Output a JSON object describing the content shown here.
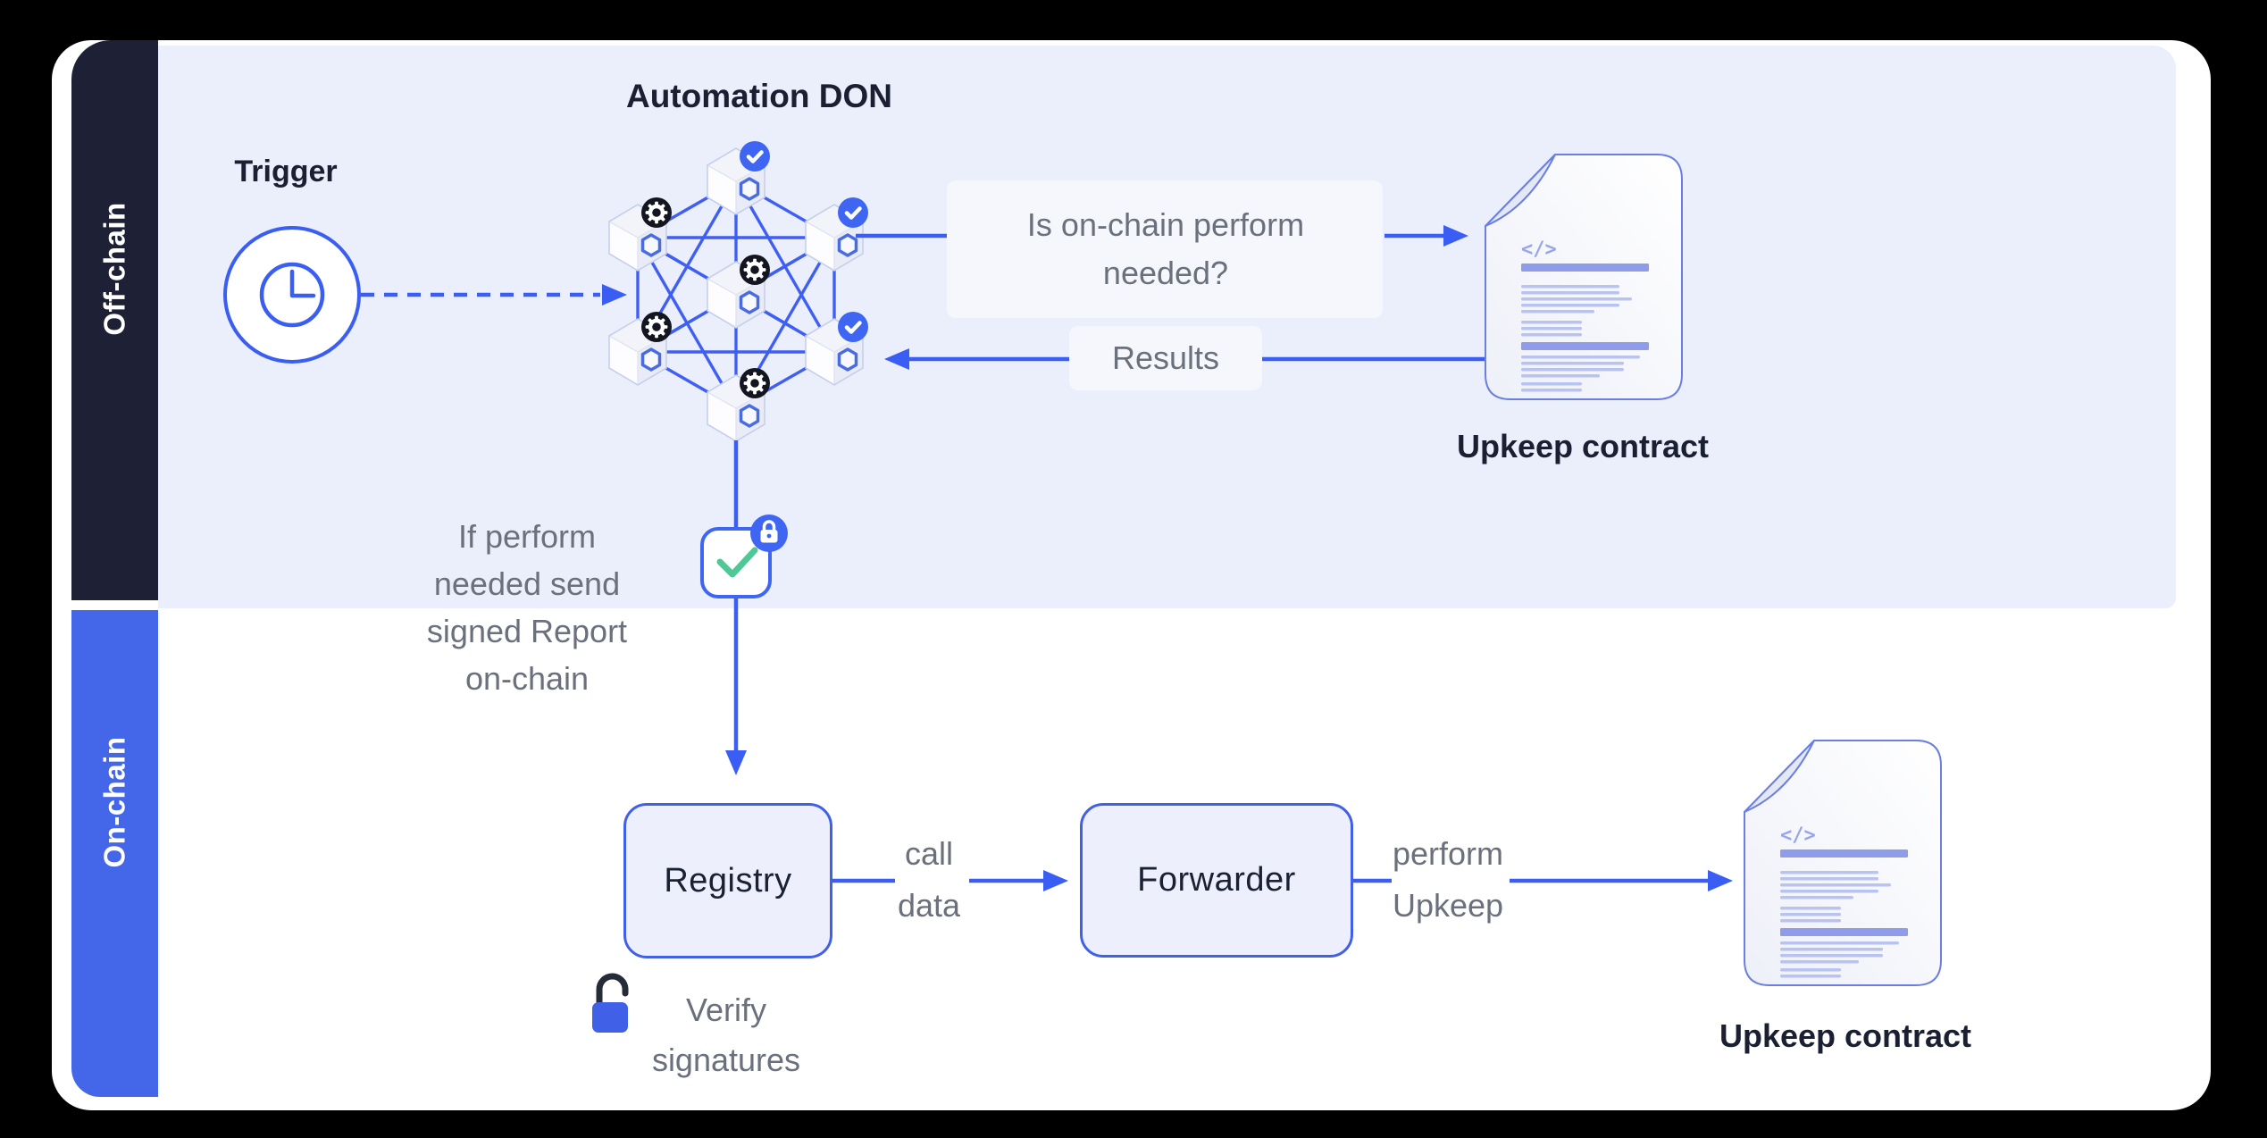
{
  "diagram": {
    "lanes": {
      "off_chain": "Off-chain",
      "on_chain": "On-chain"
    },
    "trigger": {
      "label": "Trigger",
      "icon": "clock-icon"
    },
    "automation_don": {
      "title": "Automation DON",
      "node_count": 7,
      "check_badge_count": 3,
      "gear_badge_count": 4
    },
    "flows": {
      "question": {
        "line1": "Is on-chain perform",
        "line2": "needed?"
      },
      "results": "Results",
      "report_note": {
        "line1": "If perform",
        "line2": "needed send",
        "line3": "signed Report",
        "line4": "on-chain"
      },
      "call_data": {
        "line1": "call",
        "line2": "data"
      },
      "perform_upkeep": {
        "line1": "perform",
        "line2": "Upkeep"
      },
      "verify_signatures": {
        "line1": "Verify",
        "line2": "signatures"
      }
    },
    "nodes": {
      "registry": "Registry",
      "forwarder": "Forwarder",
      "upkeep_contract_top": "Upkeep contract",
      "upkeep_contract_bottom": "Upkeep contract"
    },
    "doc": {
      "code_glyph": "</>"
    },
    "icons": {
      "trigger": "clock-icon",
      "don_node_ok": "check-badge-icon",
      "don_node_compute": "gear-badge-icon",
      "signed_report": "checkmark-box-icon",
      "signed_report_badge": "lock-badge-icon",
      "registry_auth": "unlock-icon",
      "upkeep_contract": "code-document-icon"
    },
    "colors": {
      "background": "#000000",
      "panel": "#ffffff",
      "off_chain_lane": "#1e2135",
      "on_chain_lane": "#4467ea",
      "off_chain_bg": "#ebeefb",
      "line_blue": "#3a5ef3",
      "badge_blue": "#3e66f2",
      "badge_dark": "#14161f",
      "check_green": "#4ec896",
      "text_dark": "#1a2032",
      "text_gray": "#6a707c",
      "doc_accent": "#8e9ce9"
    }
  }
}
